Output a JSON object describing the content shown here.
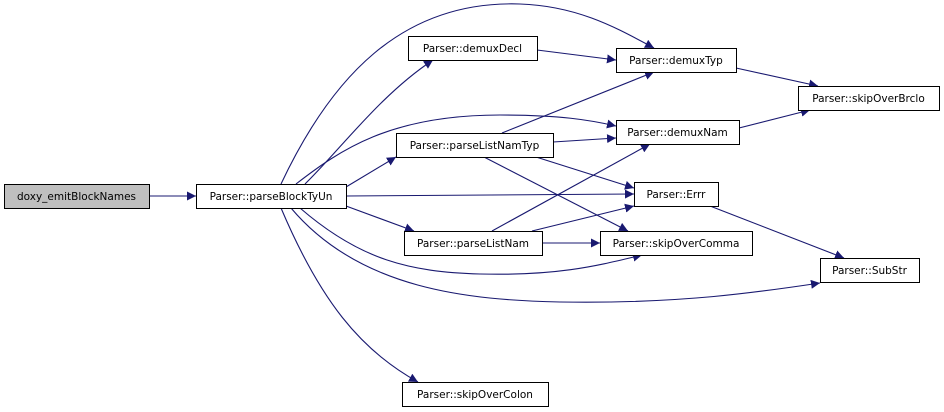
{
  "diagram": {
    "colors": {
      "edge": "#191970",
      "root_fill": "#bfbfbf",
      "node_fill": "#ffffff",
      "node_border": "#000000"
    },
    "nodes": [
      {
        "id": "n0",
        "label": "doxy_emitBlockNames",
        "root": true
      },
      {
        "id": "n1",
        "label": "Parser::parseBlockTyUn"
      },
      {
        "id": "n2",
        "label": "Parser::demuxDecl"
      },
      {
        "id": "n3",
        "label": "Parser::demuxTyp"
      },
      {
        "id": "n4",
        "label": "Parser::skipOverBrclo"
      },
      {
        "id": "n5",
        "label": "Parser::demuxNam"
      },
      {
        "id": "n6",
        "label": "Parser::parseListNamTyp"
      },
      {
        "id": "n7",
        "label": "Parser::Errr"
      },
      {
        "id": "n8",
        "label": "Parser::SubStr"
      },
      {
        "id": "n9",
        "label": "Parser::parseListNam"
      },
      {
        "id": "n10",
        "label": "Parser::skipOverComma"
      },
      {
        "id": "n11",
        "label": "Parser::skipOverColon"
      }
    ],
    "edges": [
      {
        "from": "n0",
        "to": "n1"
      },
      {
        "from": "n1",
        "to": "n2"
      },
      {
        "from": "n1",
        "to": "n3"
      },
      {
        "from": "n1",
        "to": "n5"
      },
      {
        "from": "n1",
        "to": "n6"
      },
      {
        "from": "n1",
        "to": "n7"
      },
      {
        "from": "n1",
        "to": "n9"
      },
      {
        "from": "n1",
        "to": "n10"
      },
      {
        "from": "n1",
        "to": "n8"
      },
      {
        "from": "n1",
        "to": "n11"
      },
      {
        "from": "n2",
        "to": "n3"
      },
      {
        "from": "n3",
        "to": "n4"
      },
      {
        "from": "n5",
        "to": "n4"
      },
      {
        "from": "n6",
        "to": "n3"
      },
      {
        "from": "n6",
        "to": "n5"
      },
      {
        "from": "n6",
        "to": "n7"
      },
      {
        "from": "n6",
        "to": "n10"
      },
      {
        "from": "n9",
        "to": "n5"
      },
      {
        "from": "n9",
        "to": "n7"
      },
      {
        "from": "n9",
        "to": "n10"
      },
      {
        "from": "n7",
        "to": "n8"
      }
    ]
  }
}
